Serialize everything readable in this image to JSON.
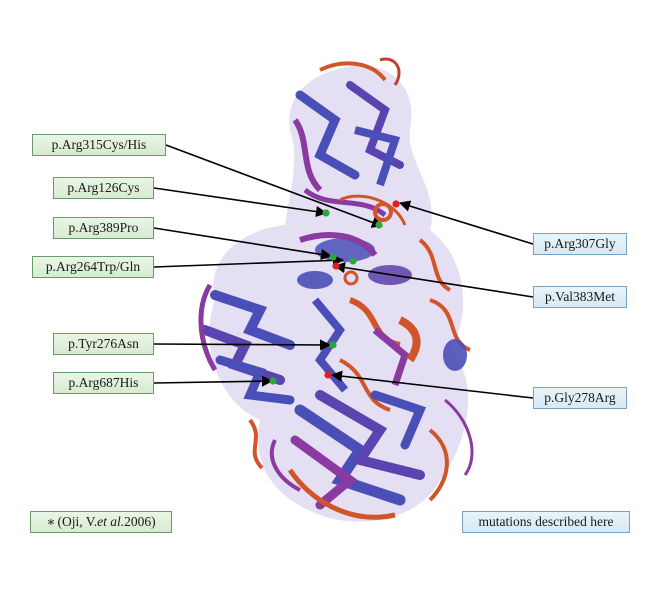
{
  "labels_green": [
    {
      "id": "arg315",
      "text": "p.Arg315Cys/His"
    },
    {
      "id": "arg126",
      "text": "p.Arg126Cys"
    },
    {
      "id": "arg389",
      "text": "p.Arg389Pro"
    },
    {
      "id": "arg264",
      "text": "p.Arg264Trp/Gln"
    },
    {
      "id": "tyr276",
      "text": "p.Tyr276Asn"
    },
    {
      "id": "arg687",
      "text": "p.Arg687His"
    }
  ],
  "labels_blue": [
    {
      "id": "arg307",
      "text": "p.Arg307Gly"
    },
    {
      "id": "val383",
      "text": "p.Val383Met"
    },
    {
      "id": "gly278",
      "text": "p.Gly278Arg"
    }
  ],
  "legend": {
    "oji_asterisk": "∗",
    "oji_prefix": "(Oji, V. ",
    "oji_etal": "et al.",
    "oji_suffix": " 2006)",
    "described": "mutations described here"
  },
  "colors": {
    "protein_blue": "#4a4fb8",
    "protein_purple": "#8a3aa0",
    "protein_red": "#d2552a",
    "marker_green": "#2aa83a",
    "marker_red": "#e02020",
    "legend_green": "#d7ebd0",
    "legend_blue": "#d6e9f4"
  }
}
